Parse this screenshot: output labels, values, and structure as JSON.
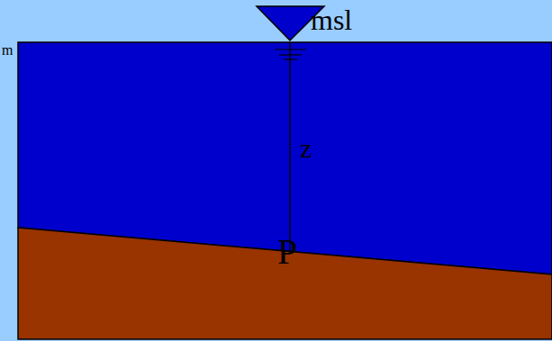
{
  "diagram": {
    "labels": [
      "m",
      "msl",
      "z",
      "P"
    ]
  }
}
